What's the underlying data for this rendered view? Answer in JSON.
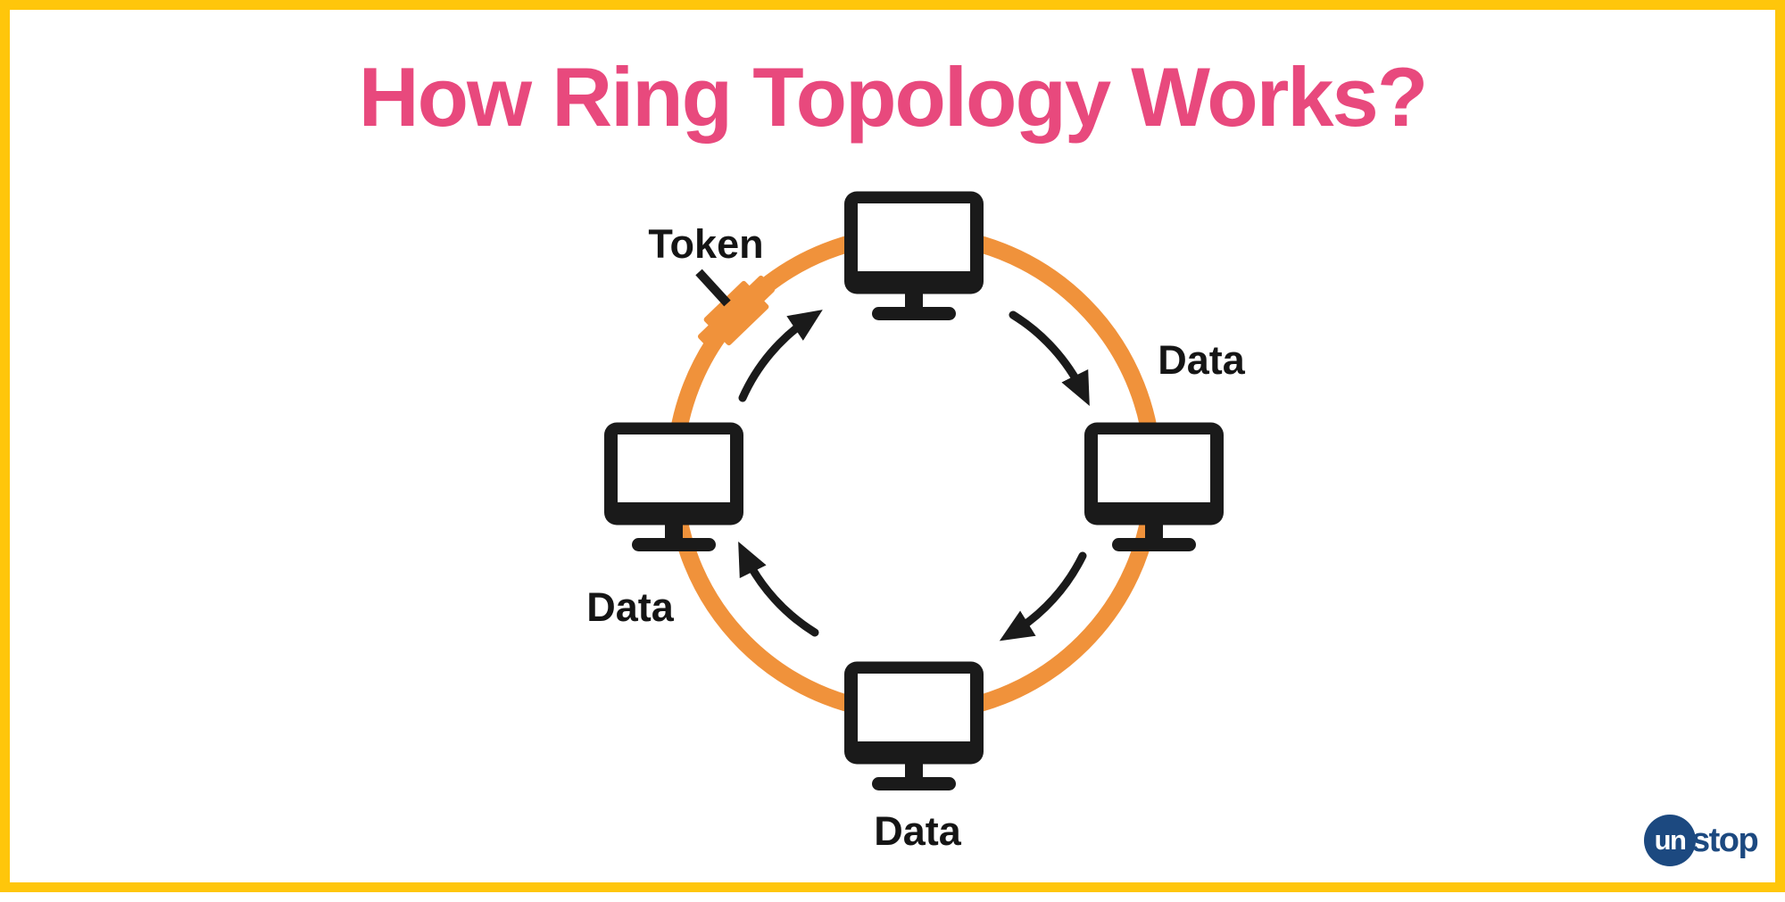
{
  "title": "How Ring Topology Works?",
  "diagram": {
    "type": "ring-topology",
    "flow_direction": "clockwise",
    "token_label": "Token",
    "nodes": [
      {
        "position": "top",
        "label": ""
      },
      {
        "position": "right",
        "label": "Data"
      },
      {
        "position": "bottom",
        "label": "Data"
      },
      {
        "position": "left",
        "label": "Data"
      }
    ]
  },
  "logo": {
    "circle_text": "un",
    "rest_text": "stop"
  },
  "colors": {
    "frame_yellow": "#FFC60B",
    "title_pink": "#E8497D",
    "ring_orange": "#F0923B",
    "ink_black": "#1A1A1A",
    "logo_blue": "#1C4980"
  }
}
